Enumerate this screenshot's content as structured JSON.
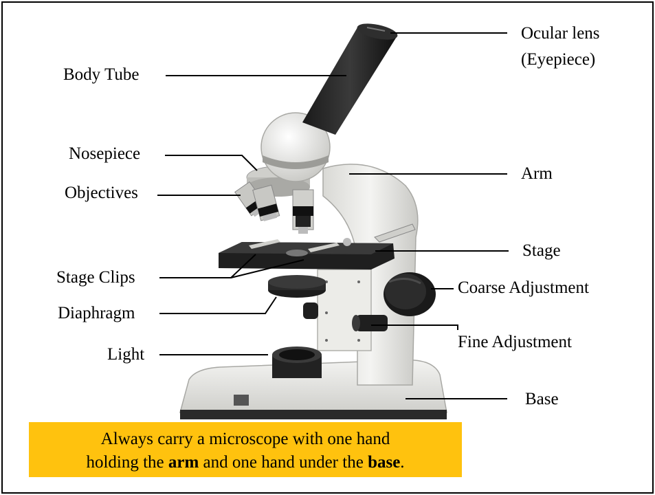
{
  "labels": {
    "ocular_line1": "Ocular lens",
    "ocular_line2": "(Eyepiece)",
    "body_tube": "Body Tube",
    "nosepiece": "Nosepiece",
    "arm": "Arm",
    "objectives": "Objectives",
    "stage": "Stage",
    "stage_clips": "Stage Clips",
    "coarse_adjustment": "Coarse Adjustment",
    "diaphragm": "Diaphragm",
    "fine_adjustment": "Fine Adjustment",
    "light": "Light",
    "base": "Base"
  },
  "note": {
    "line1": "Always carry a microscope with one hand",
    "line2_pre": "holding the ",
    "line2_arm": "arm",
    "line2_mid": " and one hand under the ",
    "line2_base": "base",
    "line2_end": "."
  },
  "colors": {
    "note_background": "#ffc20e",
    "microscope_body": "#e8e8e4",
    "stage": "#2b2b2b"
  }
}
